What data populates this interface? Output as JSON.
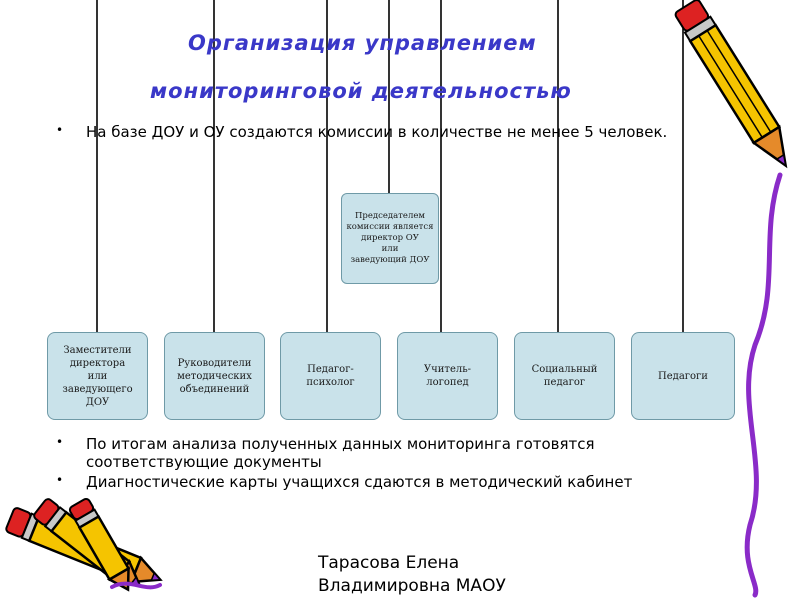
{
  "title": {
    "line1": "Организация управлением",
    "line2": "мониторинговой деятельностью"
  },
  "bullets": {
    "top": "На базе ДОУ и ОУ создаются комиссии в количестве не менее 5 человек.",
    "bottom": [
      {
        "line1": "По итогам анализа полученных данных мониторинга готовятся",
        "line2": "соответствующие документы"
      },
      {
        "line1": "Диагностические карты учащихся сдаются в методический кабинет"
      }
    ],
    "marker": "•"
  },
  "org_chart": {
    "chairman": "Председателем\nкомиссии является\nдиректор ОУ\nили\nзаведующий ДОУ",
    "members": [
      "Заместители\nдиректора\nили\nзаведующего\nДОУ",
      "Руководители\nметодических\nобъединений",
      "Педагог-\nпсихолог",
      "Учитель-\nлогопед",
      "Социальный\nпедагог",
      "Педагоги"
    ]
  },
  "author": {
    "line1": "Тарасова Елена",
    "line2": "Владимировна МАОУ"
  },
  "colors": {
    "title": "#3a38c8",
    "box_fill": "#c9e2ea",
    "box_border": "#6f9aa7",
    "pencil_body": "#f5c400",
    "pencil_tip": "#e58a2a",
    "pencil_purple": "#8a2bc8"
  },
  "decorations": [
    "pencil-icon",
    "pencils-bundle-icon",
    "squiggle-icon"
  ]
}
